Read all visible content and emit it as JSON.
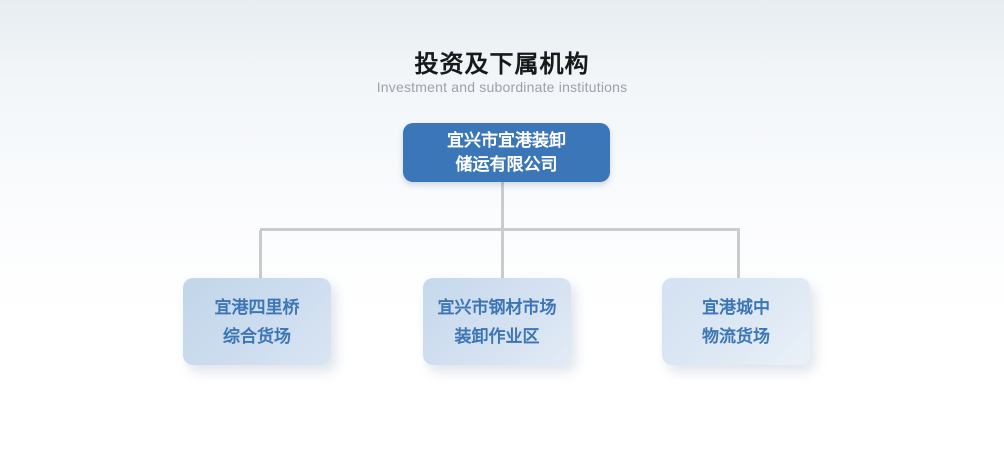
{
  "page": {
    "title": "投资及下属机构",
    "subtitle": "Investment and subordinate institutions"
  },
  "org_chart": {
    "type": "organization-chart",
    "root": {
      "line1": "宜兴市宜港装卸",
      "line2": "储运有限公司"
    },
    "children": [
      {
        "line1": "宜港四里桥",
        "line2": "综合货场"
      },
      {
        "line1": "宜兴市钢材市场",
        "line2": "装卸作业区"
      },
      {
        "line1": "宜港城中",
        "line2": "物流货场"
      }
    ]
  },
  "colors": {
    "root_bg": "#3b76b8",
    "child_text": "#3d76b5",
    "connector": "#c9cbcd",
    "title_text": "#17181a",
    "subtitle_text": "#9ba2a8",
    "background_top": "#e8edf1",
    "background_bottom": "#ffffff"
  }
}
